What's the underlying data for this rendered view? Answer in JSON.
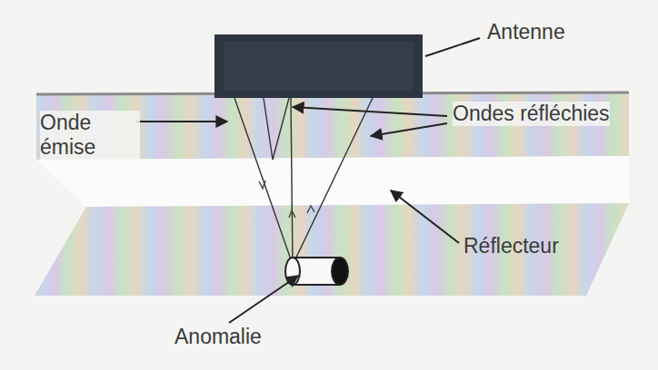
{
  "diagram": {
    "labels": [
      "Antenne",
      "Onde émise",
      "Ondes réfléchies",
      "Réflecteur",
      "Anomalie"
    ]
  }
}
